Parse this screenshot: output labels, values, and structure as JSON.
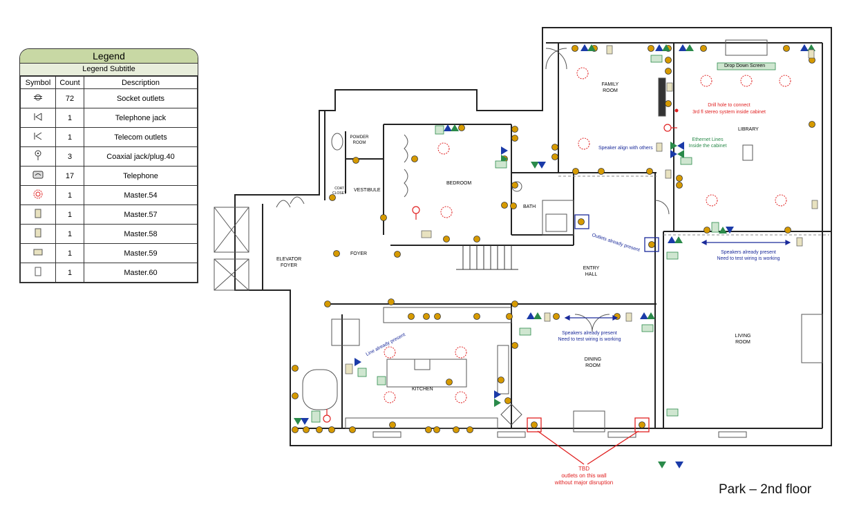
{
  "legend": {
    "title": "Legend",
    "subtitle": "Legend Subtitle",
    "headers": [
      "Symbol",
      "Count",
      "Description"
    ],
    "rows": [
      {
        "icon": "socket-outlet-icon",
        "count": "72",
        "desc": "Socket outlets"
      },
      {
        "icon": "telephone-jack-icon",
        "count": "1",
        "desc": "Telephone jack"
      },
      {
        "icon": "telecom-outlet-icon",
        "count": "1",
        "desc": "Telecom outlets"
      },
      {
        "icon": "coaxial-jack-icon",
        "count": "3",
        "desc": "Coaxial jack/plug.40"
      },
      {
        "icon": "telephone-icon",
        "count": "17",
        "desc": "Telephone"
      },
      {
        "icon": "speaker-s-icon",
        "count": "1",
        "desc": "Master.54"
      },
      {
        "icon": "wall-panel-icon",
        "count": "1",
        "desc": "Master.57"
      },
      {
        "icon": "wall-panel-icon",
        "count": "1",
        "desc": "Master.58"
      },
      {
        "icon": "wall-panel-icon",
        "count": "1",
        "desc": "Master.59"
      },
      {
        "icon": "wall-panel-icon",
        "count": "1",
        "desc": "Master.60"
      }
    ]
  },
  "rooms": {
    "family": "FAMILY ROOM",
    "library": "LIBRARY",
    "bedroom": "BEDROOM",
    "powder": "POWDER ROOM",
    "vestibule": "VESTIBULE",
    "coat": "COAT CLOSET",
    "bath": "BATH",
    "foyer": "FOYER",
    "elevator": "ELEVATOR FOYER",
    "entry": "ENTRY HALL",
    "kitchen": "KITCHEN",
    "dining": "DINING ROOM",
    "living": "LIVING ROOM"
  },
  "notes": {
    "drop_down": "Drop Down Screen",
    "drill_1": "Drill hole to connect",
    "drill_2": "3rd fl stereo system inside cabinet",
    "ethernet_1": "Ethernet Lines",
    "ethernet_2": "Inside the cabinet",
    "speaker_align": "Speaker align with others",
    "outlets_present": "Outlets already present",
    "speakers_present_1": "Speakers already present",
    "speakers_present_2": "Need to test wiring is working",
    "line_present": "Line already present",
    "tbd_1": "TBD",
    "tbd_2": "outlets on this wall",
    "tbd_3": "without major disruption"
  },
  "floor_title": "Park – 2nd floor",
  "colors": {
    "outlet": "#d69a00",
    "speaker_red": "#e02020",
    "blue": "#1a3aa8",
    "green": "#2a8a4a"
  }
}
